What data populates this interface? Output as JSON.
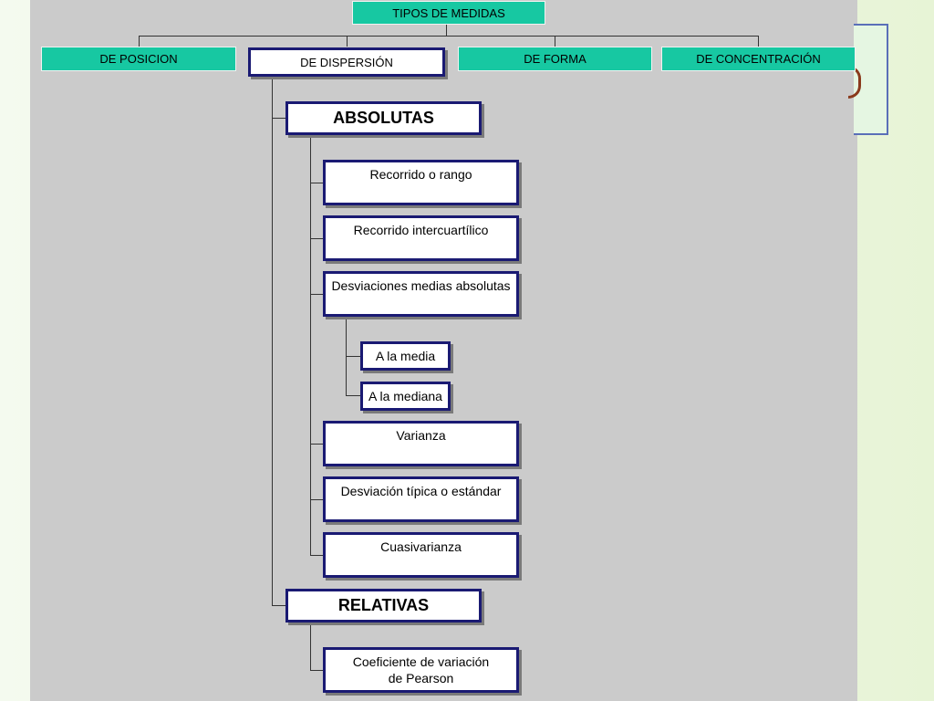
{
  "diagram": {
    "root": "TIPOS DE MEDIDAS",
    "categories": [
      "DE POSICION",
      "DE DISPERSIÓN",
      "DE FORMA",
      "DE CONCENTRACIÓN"
    ],
    "absolutas": {
      "label": "ABSOLUTAS",
      "items": [
        "Recorrido o rango",
        "Recorrido intercuartílico",
        "Desviaciones medias absolutas"
      ],
      "sub_items": [
        "A la media",
        "A la mediana"
      ],
      "items_after": [
        "Varianza",
        "Desviación típica o estándar",
        "Cuasivarianza"
      ]
    },
    "relativas": {
      "label": "RELATIVAS",
      "items": [
        "Coeficiente de variación\nde Pearson"
      ]
    }
  },
  "colors": {
    "teal_box": "#17c8a2",
    "border_navy": "#1a1a73",
    "panel_gray": "#cbcbcb"
  }
}
